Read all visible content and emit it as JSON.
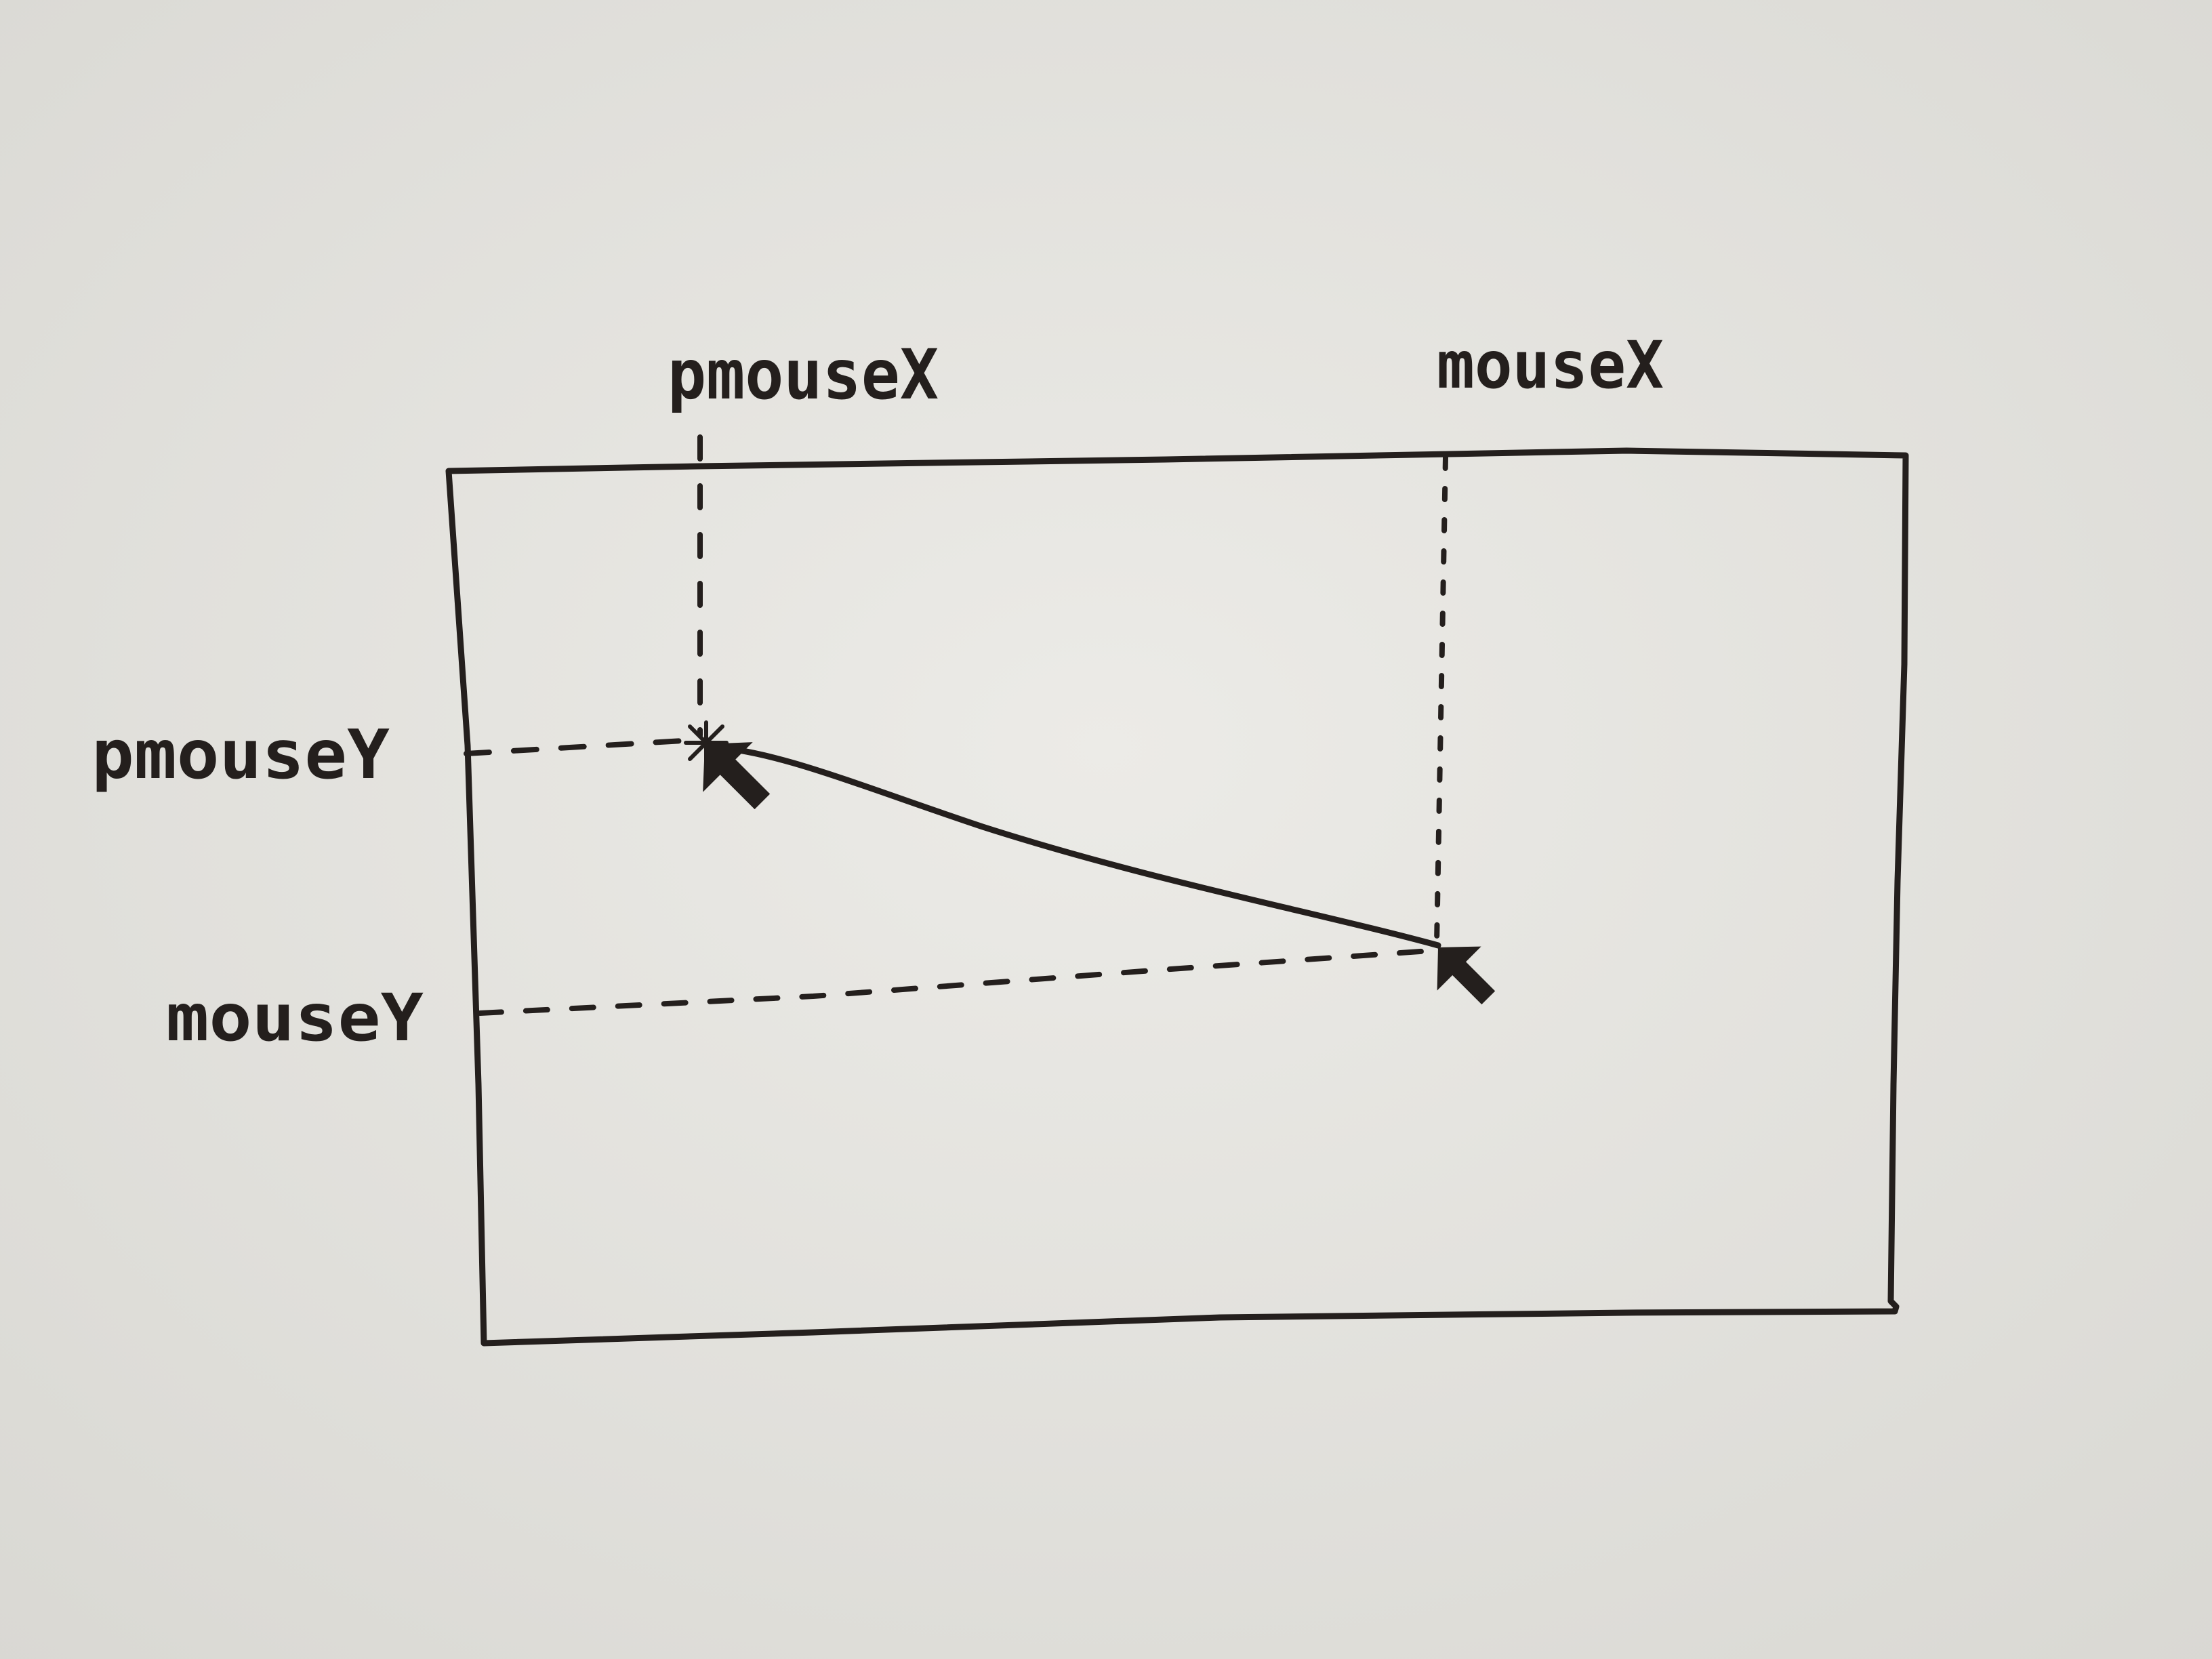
{
  "labels": {
    "pmousex": "pmouseX",
    "mousex": "mouseX",
    "pmousey": "pmouseY",
    "mousey": "mouseY"
  },
  "colors": {
    "paper": "#e6e5e1",
    "ink": "#241f1d"
  },
  "icons": {
    "previous_cursor": "arrow-cursor-icon",
    "current_cursor": "arrow-cursor-icon",
    "start_marker": "asterisk-icon"
  }
}
